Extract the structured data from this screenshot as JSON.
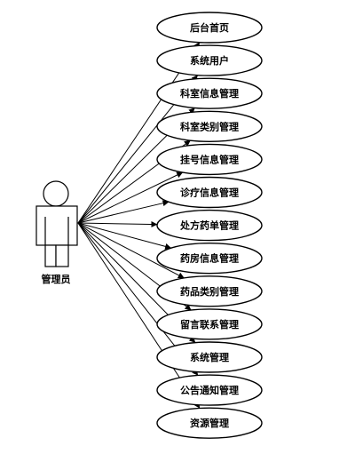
{
  "actor": {
    "label": "管理员"
  },
  "use_cases": [
    {
      "id": "dashboard",
      "label": "后台首页"
    },
    {
      "id": "system-users",
      "label": "系统用户"
    },
    {
      "id": "department-info",
      "label": "科室信息管理"
    },
    {
      "id": "department-category",
      "label": "科室类别管理"
    },
    {
      "id": "registration-info",
      "label": "挂号信息管理"
    },
    {
      "id": "diagnosis-info",
      "label": "诊疗信息管理"
    },
    {
      "id": "prescription",
      "label": "处方药单管理"
    },
    {
      "id": "pharmacy-info",
      "label": "药房信息管理"
    },
    {
      "id": "drug-category",
      "label": "药品类别管理"
    },
    {
      "id": "message-contact",
      "label": "留言联系管理"
    },
    {
      "id": "system-management",
      "label": "系统管理"
    },
    {
      "id": "announcement",
      "label": "公告通知管理"
    },
    {
      "id": "resources",
      "label": "资源管理"
    }
  ]
}
